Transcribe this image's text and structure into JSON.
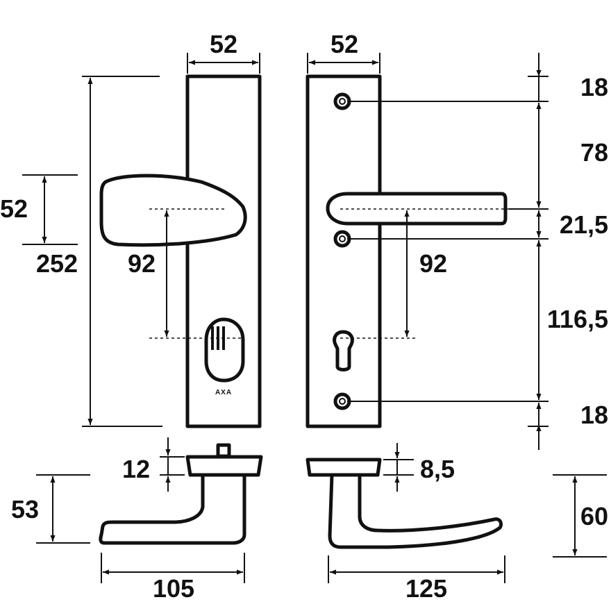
{
  "dimensions": {
    "front_plate_width": "52",
    "back_plate_width": "52",
    "knob_height": "52",
    "plate_length": "252",
    "front_center_distance": "92",
    "back_center_distance": "92",
    "top_screw_offset": "18",
    "screw_to_handle": "78",
    "handle_to_screw": "21,5",
    "screw_to_cylinder": "116,5",
    "bottom_screw_offset": "18",
    "knob_rosette_height": "12",
    "lever_rosette_height": "8,5",
    "knob_depth": "53",
    "lever_depth": "60",
    "knob_length": "105",
    "lever_length": "125"
  },
  "logo": {
    "text": "AXA"
  },
  "colors": {
    "line": "#111111",
    "background": "#ffffff"
  }
}
